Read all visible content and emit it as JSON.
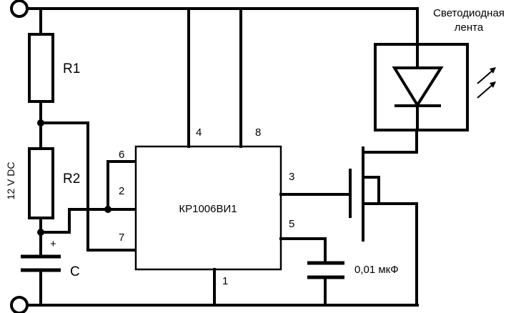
{
  "diagram": {
    "title_visible": false,
    "background_color": "#ffffff",
    "line_color": "#000000"
  },
  "supply": {
    "label": "12 V DC",
    "positive_terminal_name": "top-terminal",
    "negative_terminal_name": "bottom-terminal"
  },
  "components": {
    "r1": {
      "ref": "R1"
    },
    "r2": {
      "ref": "R2"
    },
    "c_timing": {
      "ref": "C",
      "polarity_marker": "+"
    },
    "c_control": {
      "value": "0,01 мкФ"
    },
    "ic": {
      "ref": "КР1006ВИ1",
      "pins": {
        "p1": "1",
        "p2": "2",
        "p3": "3",
        "p4": "4",
        "p5": "5",
        "p6": "6",
        "p7": "7",
        "p8": "8"
      }
    },
    "led_strip": {
      "label_line1": "Светодиодная",
      "label_line2": "лента"
    },
    "mosfet": {
      "ref": ""
    }
  }
}
